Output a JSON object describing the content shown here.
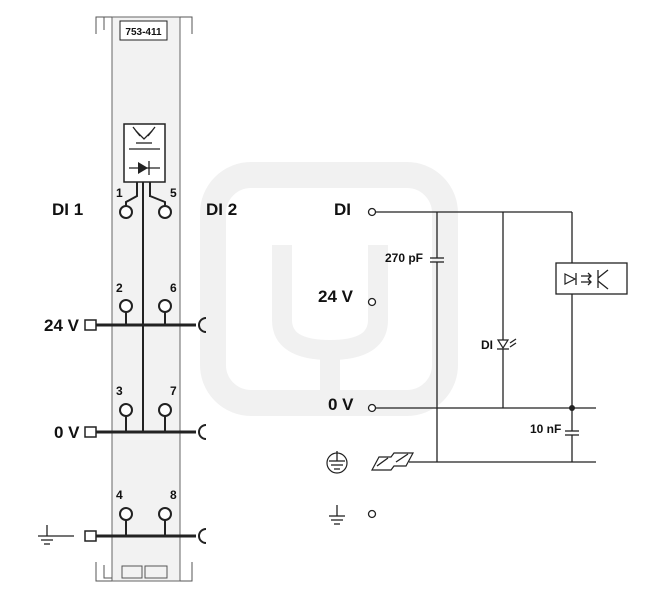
{
  "module": {
    "part_number": "753-411"
  },
  "channels": {
    "ch1": "DI 1",
    "ch2": "DI 2"
  },
  "terminals": {
    "t1": "1",
    "t2": "2",
    "t3": "3",
    "t4": "4",
    "t5": "5",
    "t6": "6",
    "t7": "7",
    "t8": "8"
  },
  "rails": {
    "plus": "24 V",
    "zero": "0 V"
  },
  "schematic": {
    "input": "DI",
    "supply": "24 V",
    "ground": "0 V",
    "cap_input": "270 pF",
    "led_label": "DI",
    "cap_ground": "10 nF"
  },
  "icons": [
    "protective-earth-icon",
    "din-rail-icon",
    "ground-icon",
    "optocoupler-icon",
    "led-icon"
  ],
  "colors": {
    "line": "#222222",
    "module_fill": "#f2f2f2",
    "watermark": "#f1f1f1"
  }
}
